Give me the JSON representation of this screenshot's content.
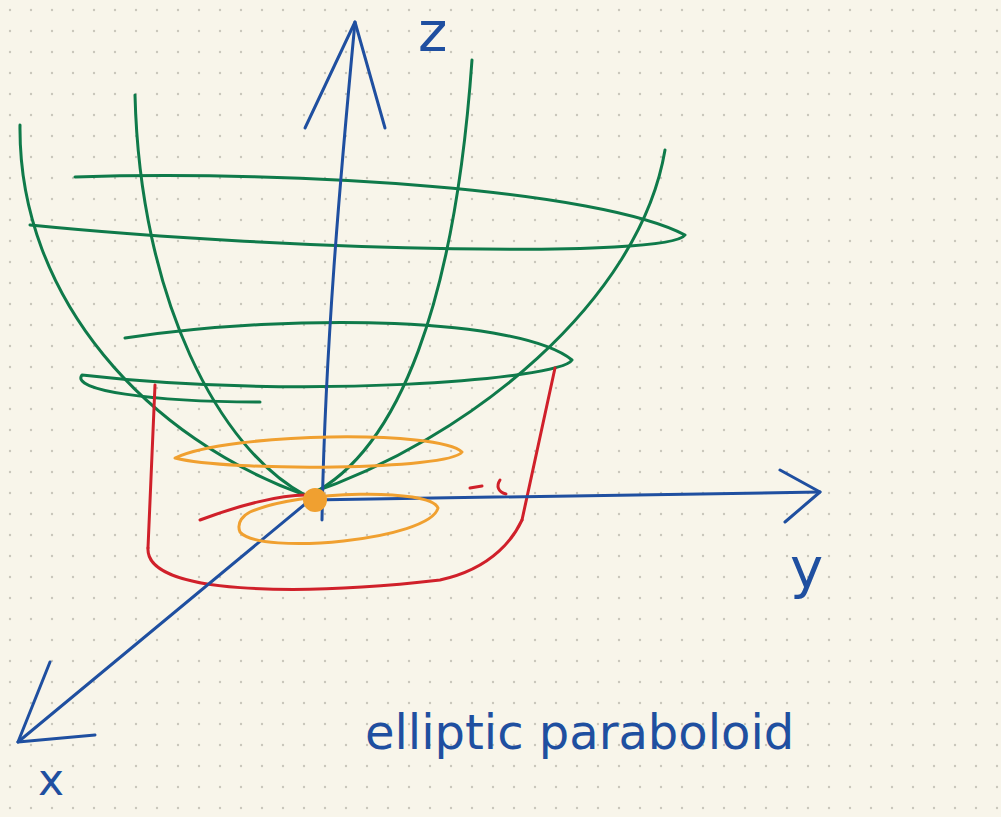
{
  "diagram": {
    "labels": [
      "z",
      "y",
      "x",
      "elliptic paraboloid"
    ]
  }
}
